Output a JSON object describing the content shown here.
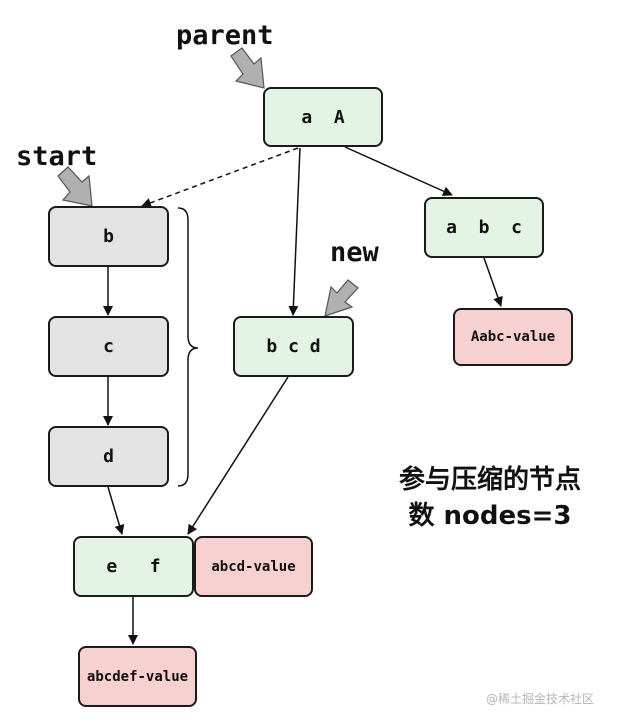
{
  "labels": {
    "parent": "parent",
    "start": "start",
    "new": "new"
  },
  "nodes": {
    "aA": "a  A",
    "abc": "a  b  c",
    "aabc_value": "Aabc-value",
    "b": "b",
    "c": "c",
    "d": "d",
    "bcd": "b c d",
    "ef": "e   f",
    "abcd_value": "abcd-value",
    "abcdef_value": "abcdef-value"
  },
  "note": {
    "line1": "参与压缩的节点",
    "line2": "数 nodes=3"
  },
  "watermark": "@稀土掘金技术社区",
  "colors": {
    "node_green": "#e3f3e4",
    "node_gray": "#e3e3e3",
    "node_red": "#f7d0d0",
    "pointer_arrow": "#b0b0b0",
    "edge": "#111111"
  }
}
